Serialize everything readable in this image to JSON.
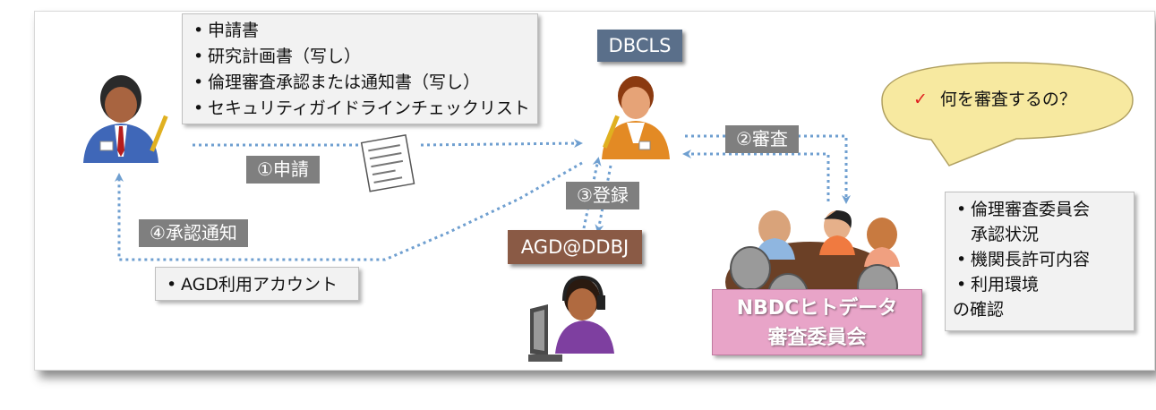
{
  "documents": [
    "申請書",
    "研究計画書（写し）",
    "倫理審査承認または通知書（写し）",
    "セキュリティガイドラインチェックリスト"
  ],
  "steps": {
    "apply": "①申請",
    "review": "②審査",
    "register": "③登録",
    "notify": "④承認通知"
  },
  "dbcls_label": "DBCLS",
  "agd_label": "AGD@DDBJ",
  "account_item": "AGD利用アカウント",
  "speech_bubble": {
    "check": "✓",
    "text": "何を審査するの？"
  },
  "committee": {
    "line1": "NBDCヒトデータ",
    "line2": "審査委員会"
  },
  "review_items": [
    "倫理審査委員会",
    "承認状況",
    "機関長許可内容",
    "利用環境",
    "の確認"
  ],
  "colors": {
    "arrow": "#6f9fd0",
    "dbcls_bg": "#5a6f8a",
    "agd_bg": "#8a5a45",
    "committee_bg": "#e8a4c8",
    "bubble_bg": "#f7e9a0",
    "check": "#e02020"
  }
}
